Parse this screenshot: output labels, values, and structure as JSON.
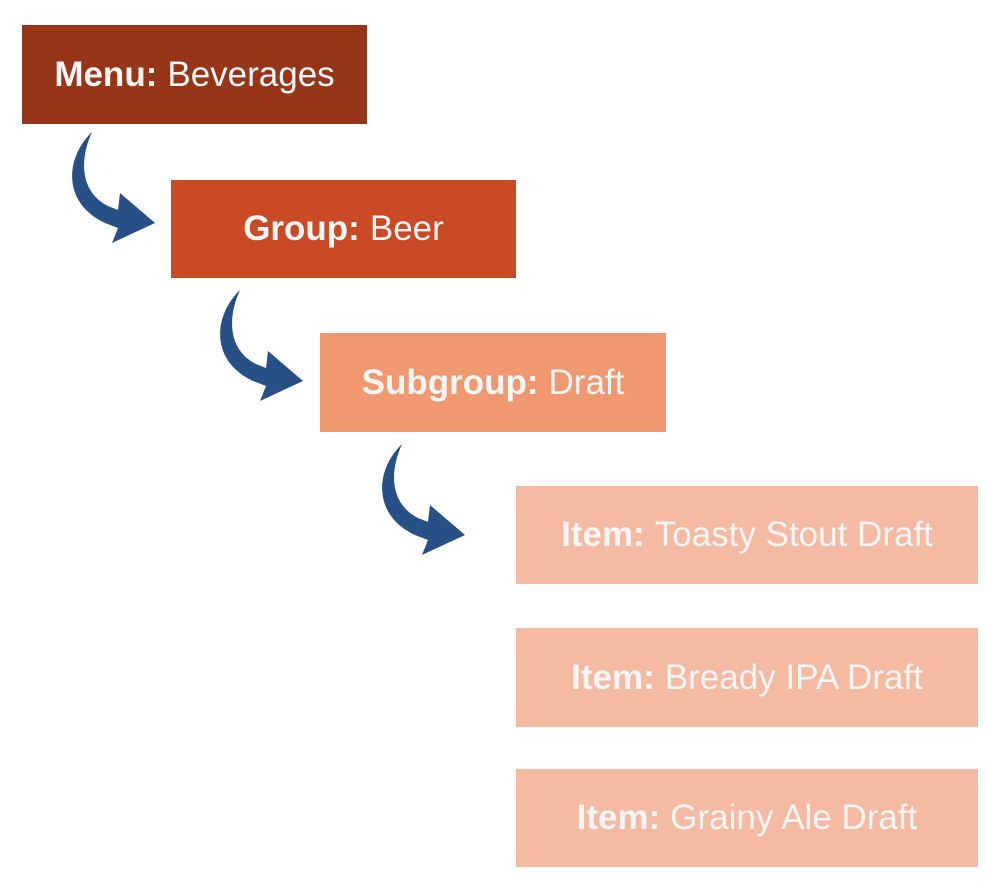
{
  "diagram": {
    "type": "hierarchy",
    "levels": [
      {
        "id": "menu",
        "label": "Menu:",
        "value": "Beverages",
        "color": "#963518"
      },
      {
        "id": "group",
        "label": "Group:",
        "value": "Beer",
        "color": "#c94a24"
      },
      {
        "id": "subgroup",
        "label": "Subgroup:",
        "value": "Draft",
        "color": "#f09870"
      }
    ],
    "items": [
      {
        "label": "Item:",
        "value": "Toasty Stout Draft",
        "color": "#f5baa2"
      },
      {
        "label": "Item:",
        "value": "Bready IPA Draft",
        "color": "#f5baa2"
      },
      {
        "label": "Item:",
        "value": "Grainy Ale Draft",
        "color": "#f5baa2"
      }
    ],
    "arrow_color": "#265086"
  }
}
